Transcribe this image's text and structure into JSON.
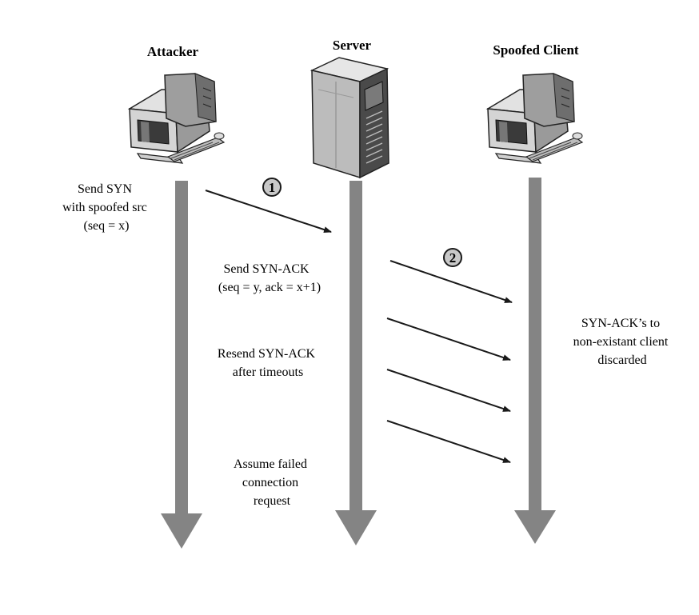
{
  "actors": {
    "attacker": "Attacker",
    "server": "Server",
    "client": "Spoofed Client"
  },
  "steps": {
    "step1": "1",
    "step2": "2"
  },
  "labels": {
    "send_syn": [
      "Send SYN",
      "with spoofed src",
      "(seq = x)"
    ],
    "send_synack": [
      "Send SYN-ACK",
      "(seq = y, ack = x+1)"
    ],
    "resend_synack": [
      "Resend SYN-ACK",
      "after timeouts"
    ],
    "assume_failed": [
      "Assume failed",
      "connection",
      "request"
    ],
    "discarded": [
      "SYN-ACK’s to",
      "non-existant client",
      "discarded"
    ]
  },
  "icons": {
    "attacker": "desktop-computer-icon",
    "server": "server-tower-icon",
    "client": "desktop-computer-icon"
  },
  "colors": {
    "lifeline": "#848484",
    "text": "#1a1a1a"
  }
}
